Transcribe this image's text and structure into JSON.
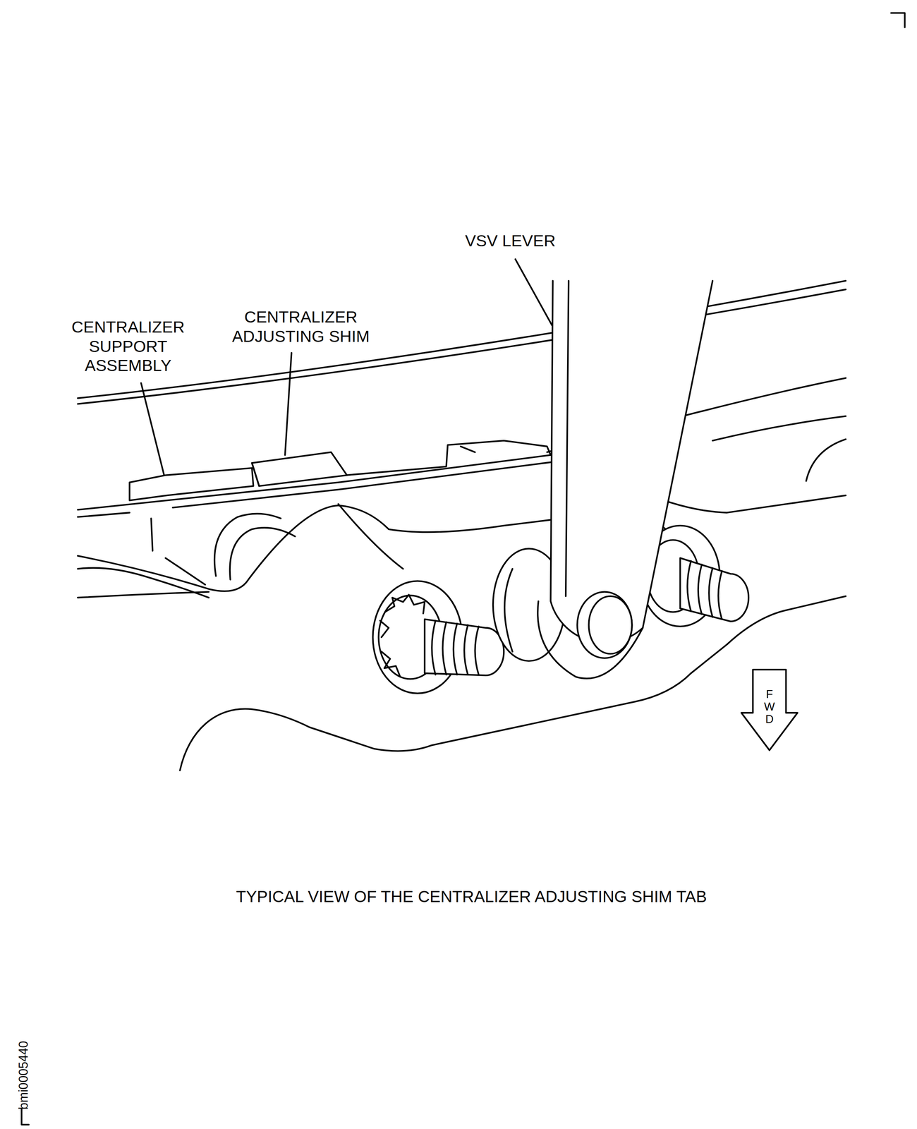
{
  "diagram": {
    "caption": "TYPICAL VIEW OF THE CENTRALIZER ADJUSTING SHIM TAB",
    "labels": [
      "CENTRALIZER SUPPORT ASSEMBLY",
      "CENTRALIZER ADJUSTING SHIM",
      "VSV LEVER",
      "FWD",
      "bmi0005440"
    ]
  }
}
